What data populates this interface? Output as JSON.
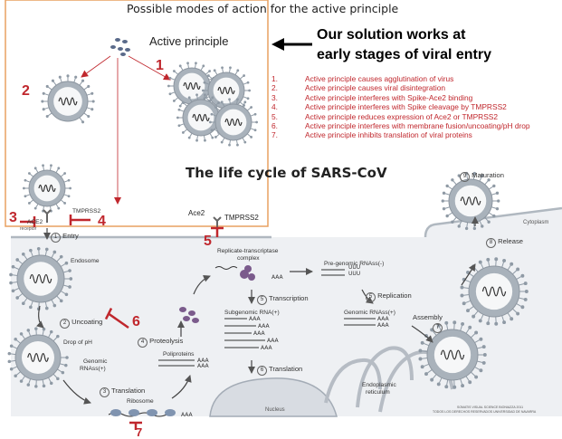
{
  "top_title": "Possible modes of action for the active principle",
  "active_principle_label": "Active principle",
  "solution_text": [
    "Our solution works at",
    "early stages of viral entry"
  ],
  "modes": [
    {
      "num": "1.",
      "text": "Active principle causes agglutination of virus"
    },
    {
      "num": "2.",
      "text": "Active principle causes viral disintegration"
    },
    {
      "num": "3.",
      "text": "Active principle interferes with Spike-Ace2 binding"
    },
    {
      "num": "4.",
      "text": "Active principle interferes with Spike cleavage by TMPRSS2"
    },
    {
      "num": "5.",
      "text": "Active principle reduces expression of Ace2 or TMPRSS2"
    },
    {
      "num": "6.",
      "text": "Active principle interferes with membrane fusion/uncoating/pH drop"
    },
    {
      "num": "7.",
      "text": "Active principle inhibits translation of viral proteins"
    }
  ],
  "red_numbers": [
    "1",
    "2",
    "3",
    "4",
    "5",
    "6",
    "7"
  ],
  "lifecycle_title": "The life cycle of SARS-CoV",
  "labels": {
    "ace2": "ACE2",
    "receptor": "receptor",
    "tmprss2_left": "TMPRSS2",
    "ace2_mid": "Ace2",
    "tmprss2_mid": "TMPRSS2",
    "maturation_num": "9",
    "maturation": "Maturation",
    "cytoplasm": "Cytoplasm",
    "release_num": "8",
    "release": "Release",
    "entry_num": "1",
    "entry": "Entry",
    "endosome": "Endosome",
    "uncoating_num": "2",
    "uncoating": "Uncoating",
    "drop_ph": "Drop of pH",
    "genomic_rna": [
      "Genomic",
      "RNAss(+)"
    ],
    "translation_num_3": "3",
    "translation_3": "Translation",
    "ribosome": "Ribosome",
    "proteolysis_num": "4",
    "proteolysis": "Proteolysis",
    "poliproteins": "Poliproteins",
    "replicase": [
      "Replicate-transcriptase",
      "complex"
    ],
    "transcription_num": "5",
    "transcription": "Transcription",
    "subgenomic": "Subgenomic RNA(+)",
    "translation_num_6": "6",
    "translation_6": "Translation",
    "nucleus": "Nucleus",
    "pre_genomic": "Pre-genomic RNAss(-)",
    "replication_num": "5",
    "replication": "Replication",
    "genomic_rnass": "Genomic RNAss(+)",
    "assembly": "Assembly",
    "assembly_num": "7",
    "er": [
      "Endoplasmic",
      "reticulum"
    ],
    "aaa": "AAA",
    "uuu": "UUU",
    "credit": [
      "SOMATIS VISUAL SCIENCE BIONIAZZA 2011",
      "TODOS LOS DERECHOS RESERVADOS UNIVERSIDAD DE NAVARRA"
    ]
  },
  "colors": {
    "inhibitor_red": "#c0272d",
    "frame_orange": "#e8a060",
    "cell_bg": "#eef0f3",
    "virus_grey": "#a9b2bb",
    "virus_rna": "#333333",
    "spike_grey": "#8f9aa5",
    "protein_purple": "#7b5b8c"
  }
}
